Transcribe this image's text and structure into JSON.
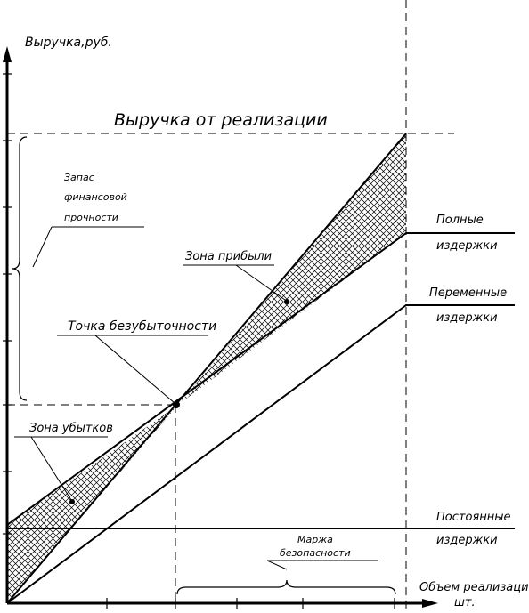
{
  "axes": {
    "y_label": "Выручка,руб.",
    "x_label_line1": "Объем реализации,",
    "x_label_line2": "шт."
  },
  "lines": {
    "revenue": "Выручка от реализации",
    "total_costs": [
      "Полные",
      "издержки"
    ],
    "variable_costs": [
      "Переменные",
      "издержки"
    ],
    "fixed_costs": [
      "Постоянные",
      "издержки"
    ]
  },
  "zones": {
    "profit": "Зона прибыли",
    "loss": "Зона убытков",
    "breakeven": "Точка безубыточности",
    "safety_reserve": [
      "Запас",
      "финансовой",
      "прочности"
    ],
    "safety_margin": [
      "Маржа",
      "безопасности"
    ]
  }
}
